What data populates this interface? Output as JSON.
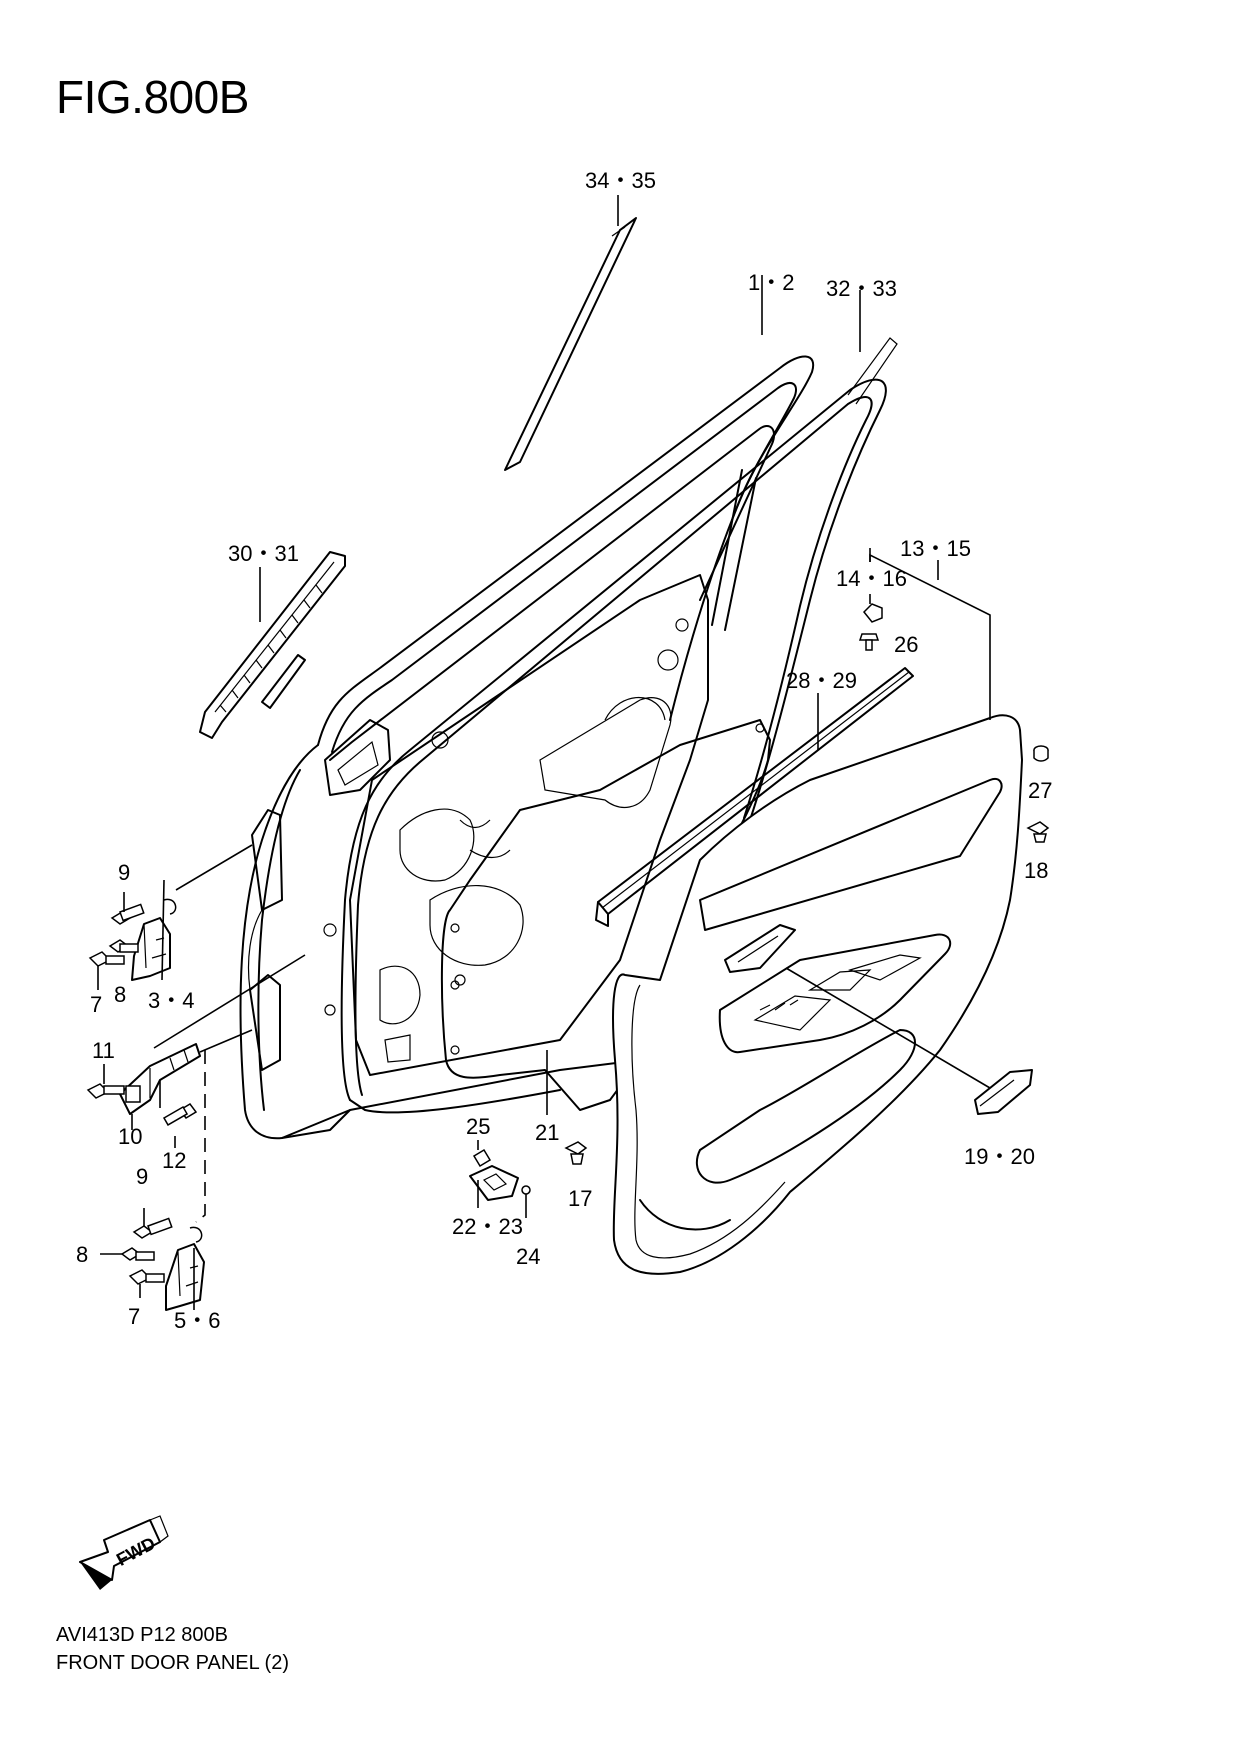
{
  "figure": {
    "title": "FIG.800B",
    "code": "AVI413D P12 800B",
    "name": "FRONT DOOR PANEL (2)"
  },
  "callouts": {
    "c34_35": "34・35",
    "c1_2": "1・2",
    "c32_33": "32・33",
    "c30_31": "30・31",
    "c13_15": "13・15",
    "c14_16": "14・16",
    "c26": "26",
    "c28_29": "28・29",
    "c27": "27",
    "c18": "18",
    "c9_top": "9",
    "c8_top": "8",
    "c7_top": "7",
    "c3_4": "3・4",
    "c11": "11",
    "c10": "10",
    "c12": "12",
    "c9_bot": "9",
    "c8_bot": "8",
    "c7_bot": "7",
    "c5_6": "5・6",
    "c25": "25",
    "c21": "21",
    "c17": "17",
    "c22_23": "22・23",
    "c24": "24",
    "c19_20": "19・20"
  },
  "fwd_arrow": {
    "label": "FWD",
    "icon": "fwd-arrow-icon"
  }
}
